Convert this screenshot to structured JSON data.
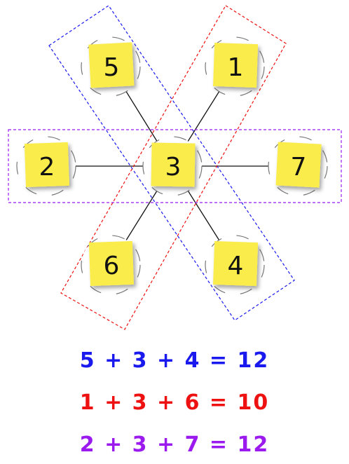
{
  "nodes": [
    {
      "id": "top-left",
      "value": "5"
    },
    {
      "id": "top-right",
      "value": "1"
    },
    {
      "id": "left",
      "value": "2"
    },
    {
      "id": "center",
      "value": "3"
    },
    {
      "id": "right",
      "value": "7"
    },
    {
      "id": "bottom-left",
      "value": "6"
    },
    {
      "id": "bottom-right",
      "value": "4"
    }
  ],
  "colors": {
    "blue": "#1a1aee",
    "red": "#ee1111",
    "purple": "#9b1bee",
    "note": "#f9ec4c"
  },
  "equations": {
    "blue": "5 + 3 + 4 = 12",
    "red": "1 + 3 + 6 = 10",
    "purple": "2 + 3 + 7 = 12"
  }
}
